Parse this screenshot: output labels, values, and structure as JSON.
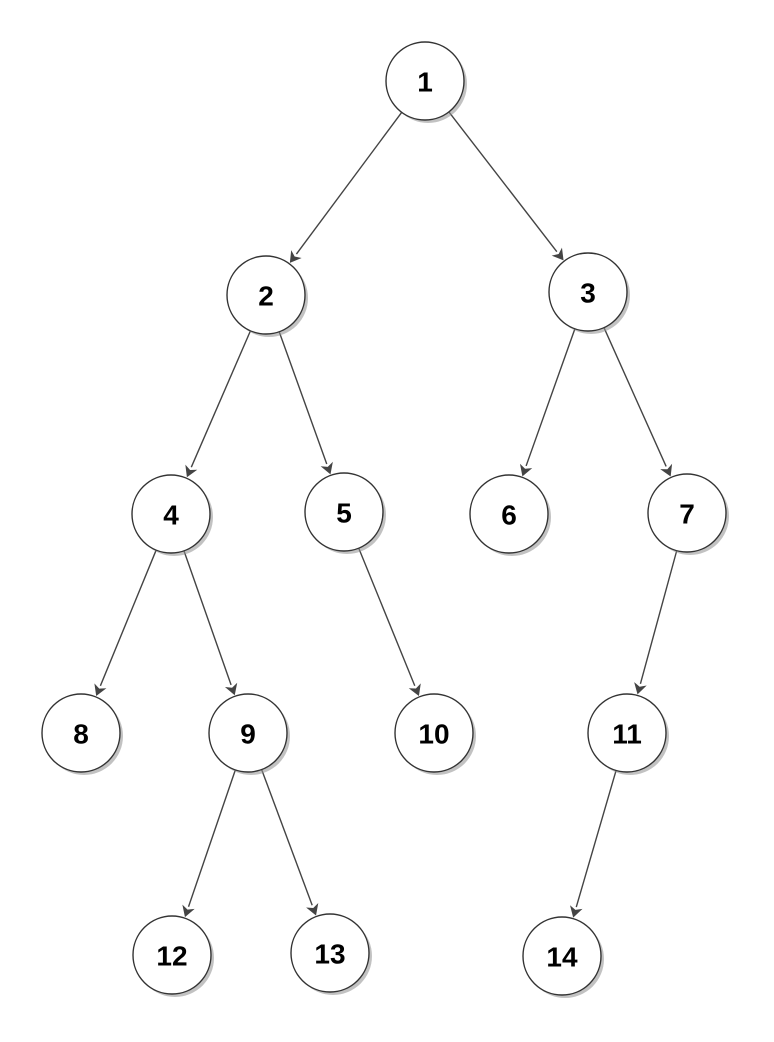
{
  "diagram": {
    "type": "binary-tree",
    "colors": {
      "node_fill": "#ffffff",
      "node_stroke": "#333333",
      "edge": "#444444",
      "label": "#000000"
    },
    "nodes": [
      {
        "id": "n1",
        "label": "1"
      },
      {
        "id": "n2",
        "label": "2"
      },
      {
        "id": "n3",
        "label": "3"
      },
      {
        "id": "n4",
        "label": "4"
      },
      {
        "id": "n5",
        "label": "5"
      },
      {
        "id": "n6",
        "label": "6"
      },
      {
        "id": "n7",
        "label": "7"
      },
      {
        "id": "n8",
        "label": "8"
      },
      {
        "id": "n9",
        "label": "9"
      },
      {
        "id": "n10",
        "label": "10"
      },
      {
        "id": "n11",
        "label": "11"
      },
      {
        "id": "n12",
        "label": "12"
      },
      {
        "id": "n13",
        "label": "13"
      },
      {
        "id": "n14",
        "label": "14"
      }
    ],
    "edges": [
      {
        "from": "n1",
        "to": "n2"
      },
      {
        "from": "n1",
        "to": "n3"
      },
      {
        "from": "n2",
        "to": "n4"
      },
      {
        "from": "n2",
        "to": "n5"
      },
      {
        "from": "n3",
        "to": "n6"
      },
      {
        "from": "n3",
        "to": "n7"
      },
      {
        "from": "n4",
        "to": "n8"
      },
      {
        "from": "n4",
        "to": "n9"
      },
      {
        "from": "n5",
        "to": "n10"
      },
      {
        "from": "n7",
        "to": "n11"
      },
      {
        "from": "n9",
        "to": "n12"
      },
      {
        "from": "n9",
        "to": "n13"
      },
      {
        "from": "n11",
        "to": "n14"
      }
    ]
  }
}
